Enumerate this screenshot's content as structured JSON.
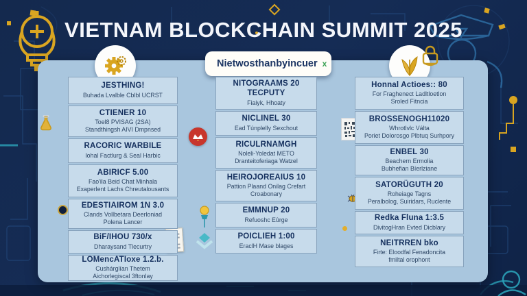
{
  "title": "VIETNAM BLOCKCHAIN SUMMIT 2025",
  "badge": {
    "label": "Nietwosthanbyincuer",
    "close_label": "x"
  },
  "colors": {
    "background_navy": "#14294e",
    "panel_blue": "#a9c6de",
    "box_blue": "#c7dbeb",
    "heading_navy": "#15305e",
    "accent_gold": "#d9a521",
    "accent_teal": "#3bb0c4",
    "accent_red": "#c8362c",
    "badge_close_green": "#3da356"
  },
  "icons": {
    "top_left": "lightbulb-icon",
    "left_column": "gear-icon",
    "middle_badge": "coin-icon",
    "right_column": "leaf-icon",
    "decorations": [
      "flask-icon",
      "dark-coin-icon",
      "red-emblem-icon",
      "document-icon",
      "qr-code-icon",
      "bug-icon",
      "bulb-pin-icon",
      "chevron-down-icon",
      "padlock-icon",
      "officer-outline-icon",
      "person-outline-icon",
      "circuit-trace-icon"
    ]
  },
  "columns": [
    {
      "items": [
        {
          "heading": "JESTHING!",
          "sub": "Buhada Lvalble Cblbl UCRST"
        },
        {
          "heading": "CTIENER 10",
          "sub": "Toel8 PVISAG (2SA)\nStandthingsh AIVI Dmpnsed"
        },
        {
          "heading": "RACORIC WARBILE",
          "sub": "Iohal Factlurg & Seal Harbic"
        },
        {
          "heading": "ABIRICF 5.00",
          "sub": "Fao'ila Beid Chat Minhala\nExaperlent Lachs Chreutalousants"
        },
        {
          "heading": "EDESTIAIROM 1N 3.0",
          "sub": "Clands Vollbetara Deerloniad\nPolena Lancer"
        },
        {
          "heading": "BiF/IHOU 730/x",
          "sub": "Dharaysand Tlecurtry"
        },
        {
          "heading": "LOMencATIoxe 1.2.b.",
          "sub": "Cushárglían Thetem\nAichorlegiscal 3ftonlay"
        }
      ]
    },
    {
      "items": [
        {
          "heading": "NITOGRAAMS 20\nTECPUTY",
          "sub": "Fiaiyk, Hhoaty"
        },
        {
          "heading": "NICLINEL 30",
          "sub": "Ead Túnplelly Sexchout"
        },
        {
          "heading": "RICULRNAMGH",
          "sub": "Noleli-Yoledat METO\nDranteitoferiaga Watzel"
        },
        {
          "heading": "HEIROJOREAIUS 10",
          "sub": "Pattion Plaand Onilag Crefart\nCroabonary"
        },
        {
          "heading": "EMMNUP 20",
          "sub": "Refuoshc Eûrge"
        },
        {
          "heading": "POICLIEH 1:00",
          "sub": "EraclH Mase blages"
        }
      ]
    },
    {
      "items": [
        {
          "heading": "Honnal Actioes:: 80",
          "sub": "For Fraghenect Ladltloetlon\nSroled Fitncia"
        },
        {
          "heading": "BROSSENOGH11020",
          "sub": "Whrotlvlc Válta\nPoriet Dolorosgo Plbtuq Surhpory"
        },
        {
          "heading": "ENBEL 30",
          "sub": "Beachern Ermolia\nBubhefian Bíerlziane"
        },
        {
          "heading": "SATORÜGUTH 20",
          "sub": "Roheiage Tagns\nPeralbolog, Suiridars, Ruclente"
        },
        {
          "heading": "Redka Fluna 1:3.5",
          "sub": "DivitogHran Evted Dicblary"
        },
        {
          "heading": "NEITRREN bko",
          "sub": "Firte: Eloodfal Fenadoncita\nfmiltal orophont"
        }
      ]
    }
  ]
}
